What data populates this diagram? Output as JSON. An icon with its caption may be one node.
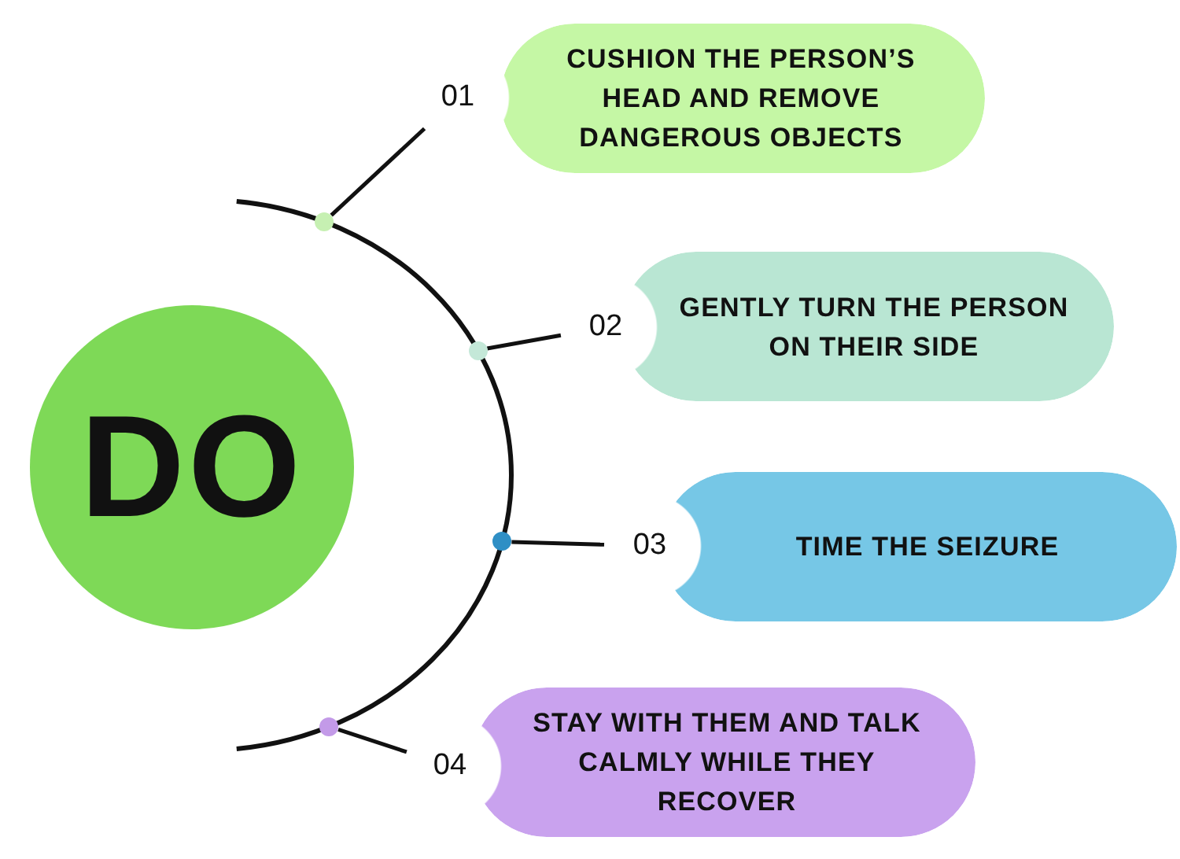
{
  "diagram": {
    "nodes": [
      {
        "text": [
          "DO"
        ]
      },
      {
        "text": [
          "CUSHION THE PERSON’S HEAD AND REMOVE DANGEROUS OBJECTS"
        ]
      },
      {
        "text": [
          "01"
        ]
      },
      {
        "text": [],
        "shape": "circle"
      },
      {
        "text": [
          "GENTLY TURN THE PERSON ON THEIR SIDE"
        ]
      },
      {
        "text": [
          "02"
        ]
      },
      {
        "text": [],
        "shape": "circle"
      },
      {
        "text": [
          "TIME THE SEIZURE"
        ]
      },
      {
        "text": [
          "03"
        ]
      },
      {
        "text": [],
        "shape": "circle"
      },
      {
        "text": [
          "STAY WITH THEM AND TALK CALMLY WHILE THEY RECOVER"
        ]
      },
      {
        "text": [
          "04"
        ]
      },
      {
        "text": [],
        "shape": "circle"
      }
    ],
    "edges": [
      {
        "from": 3,
        "to": 2,
        "arrow": "none"
      },
      {
        "from": 6,
        "to": 5,
        "arrow": "none"
      },
      {
        "from": 9,
        "to": 8,
        "arrow": "none"
      },
      {
        "from": 12,
        "to": 11,
        "arrow": "none"
      }
    ]
  }
}
